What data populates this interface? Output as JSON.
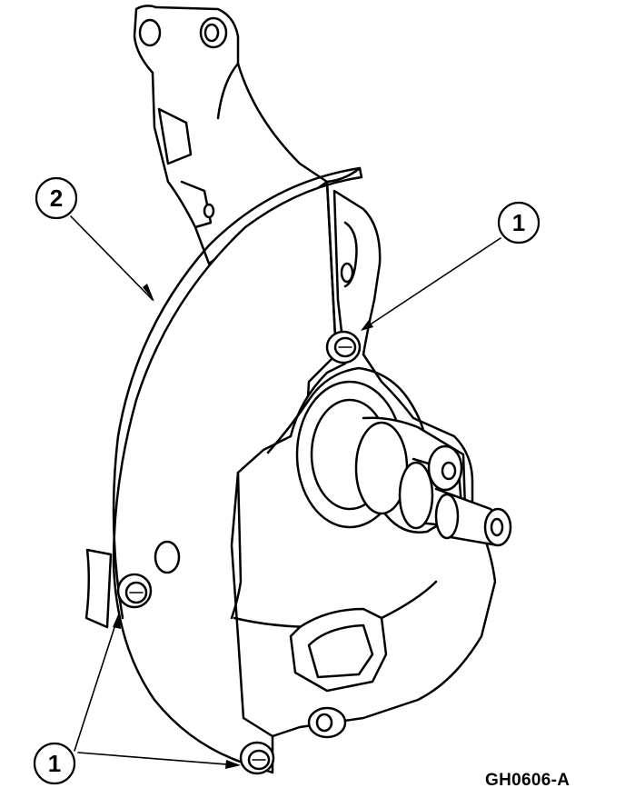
{
  "figure": {
    "id": "GH0606-A",
    "callouts": [
      {
        "number": "1",
        "part": "bolt"
      },
      {
        "number": "2",
        "part": "splash-shield"
      },
      {
        "number": "1",
        "part": "bolt"
      }
    ]
  },
  "colors": {
    "line": "#000000",
    "fill": "#ffffff"
  }
}
